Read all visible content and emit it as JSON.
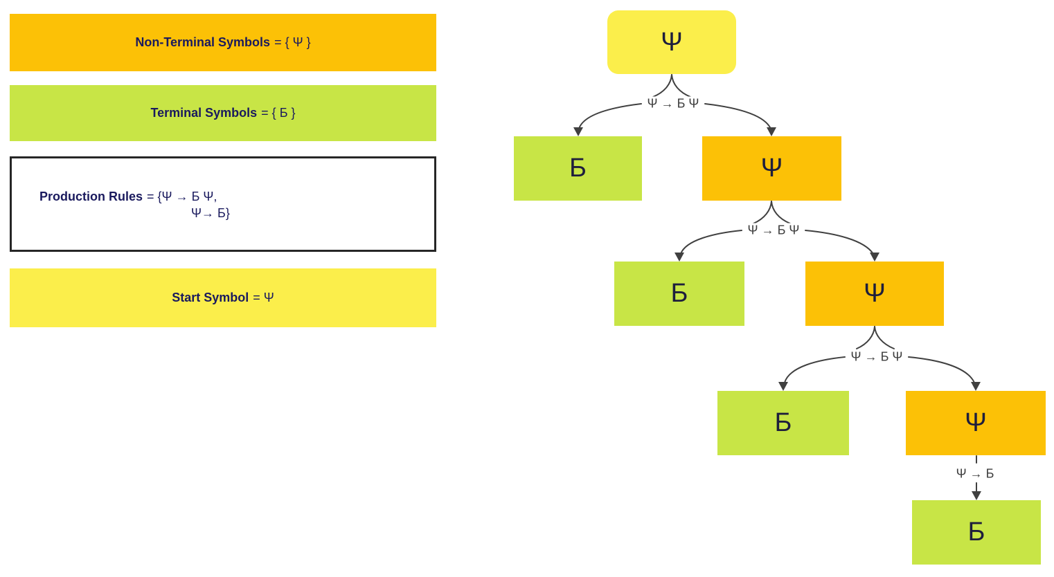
{
  "colors": {
    "orange": "#FCC106",
    "green": "#C8E546",
    "yellow": "#FBEE4B",
    "legend_text": "#1A1A5E",
    "node_text": "#1E1E3C",
    "edge": "#404040",
    "production_border": "#262626"
  },
  "legend": {
    "non_terminal": {
      "label": "Non-Terminal Symbols",
      "value": "= { Ψ }"
    },
    "terminal": {
      "label": "Terminal Symbols",
      "value": "= { Б }"
    },
    "production": {
      "label": "Production Rules",
      "value": "= {Ψ → Б Ψ,",
      "value_line2": "Ψ→ Б}"
    },
    "start": {
      "label": "Start Symbol",
      "value": "= Ψ"
    }
  },
  "tree": {
    "nodes": {
      "root": "Ψ",
      "l1_terminal": "Б",
      "l1_nonterminal": "Ψ",
      "l2_terminal": "Б",
      "l2_nonterminal": "Ψ",
      "l3_terminal": "Б",
      "l3_nonterminal": "Ψ",
      "l4_terminal": "Б"
    },
    "edge_labels": {
      "rule1": "Ψ → Б Ψ",
      "rule2": "Ψ → Б Ψ",
      "rule3": "Ψ → Б Ψ",
      "rule4": "Ψ → Б"
    }
  }
}
